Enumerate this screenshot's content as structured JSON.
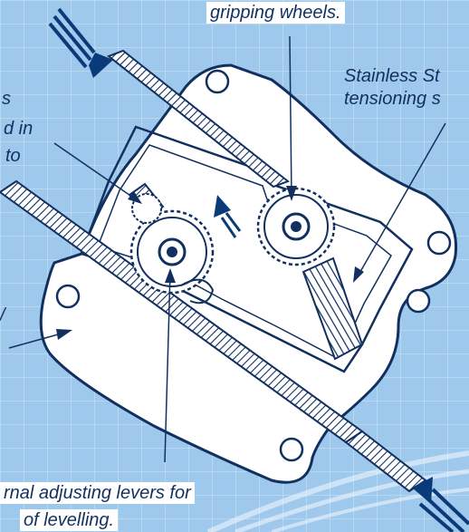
{
  "labels": {
    "gripping_wheels": "gripping wheels.",
    "stainless_line1": "Stainless St",
    "stainless_line2": "tensioning s",
    "left_top_1": "s",
    "left_top_2": "d in",
    "left_top_3": "to",
    "left_mid": "/",
    "bottom_1": "rnal adjusting levers for",
    "bottom_2": "of levelling."
  },
  "colors": {
    "background": "#9ec8ec",
    "grid": "#ffffff",
    "ink": "#12305f",
    "arrow": "#0b3a7a",
    "paper": "#ffffff"
  }
}
